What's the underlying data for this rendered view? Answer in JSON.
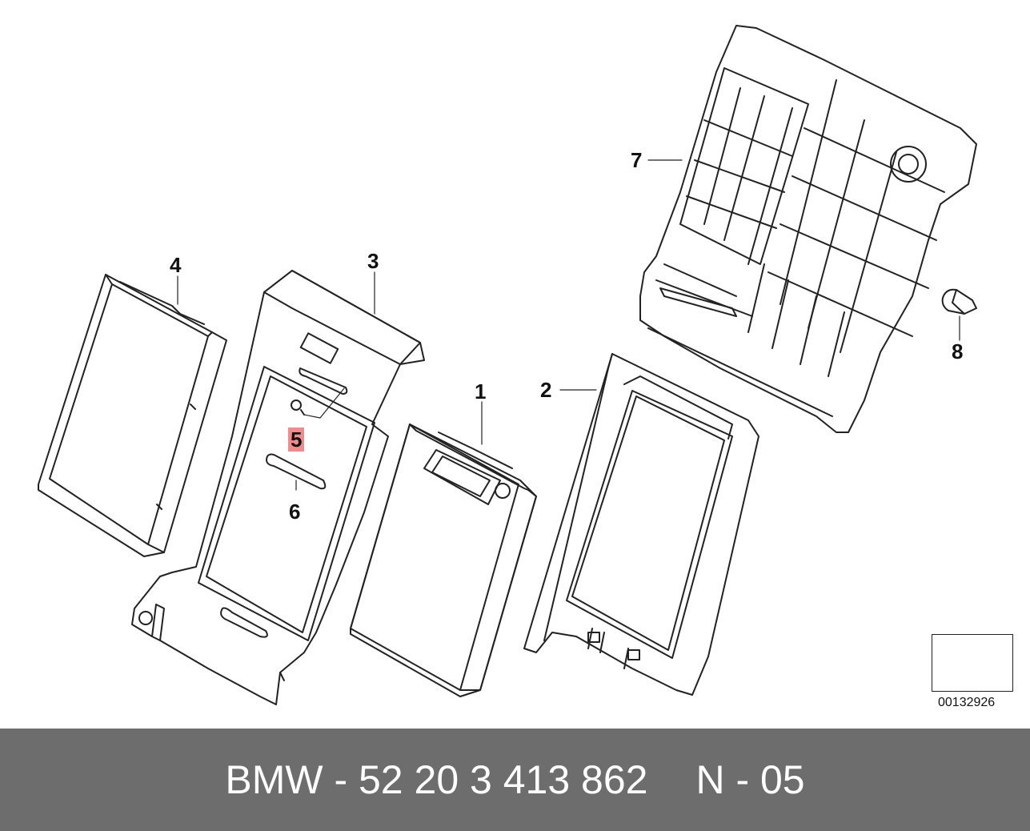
{
  "diagram": {
    "callouts": [
      {
        "id": "1",
        "label": "1",
        "highlighted": false
      },
      {
        "id": "2",
        "label": "2",
        "highlighted": false
      },
      {
        "id": "3",
        "label": "3",
        "highlighted": false
      },
      {
        "id": "4",
        "label": "4",
        "highlighted": false
      },
      {
        "id": "5",
        "label": "5",
        "highlighted": true
      },
      {
        "id": "6",
        "label": "6",
        "highlighted": false
      },
      {
        "id": "7",
        "label": "7",
        "highlighted": false
      },
      {
        "id": "8",
        "label": "8",
        "highlighted": false
      }
    ],
    "highlight_color": "#f08c8c",
    "line_color": "#222222",
    "orientation_icon": "arrow-orientation-icon",
    "image_code": "00132926"
  },
  "footer": {
    "part_number": "BMW - 52 20 3 413 862",
    "position_label": "N - 05",
    "background_color": "#6d6d6d",
    "text_color": "#ffffff"
  }
}
